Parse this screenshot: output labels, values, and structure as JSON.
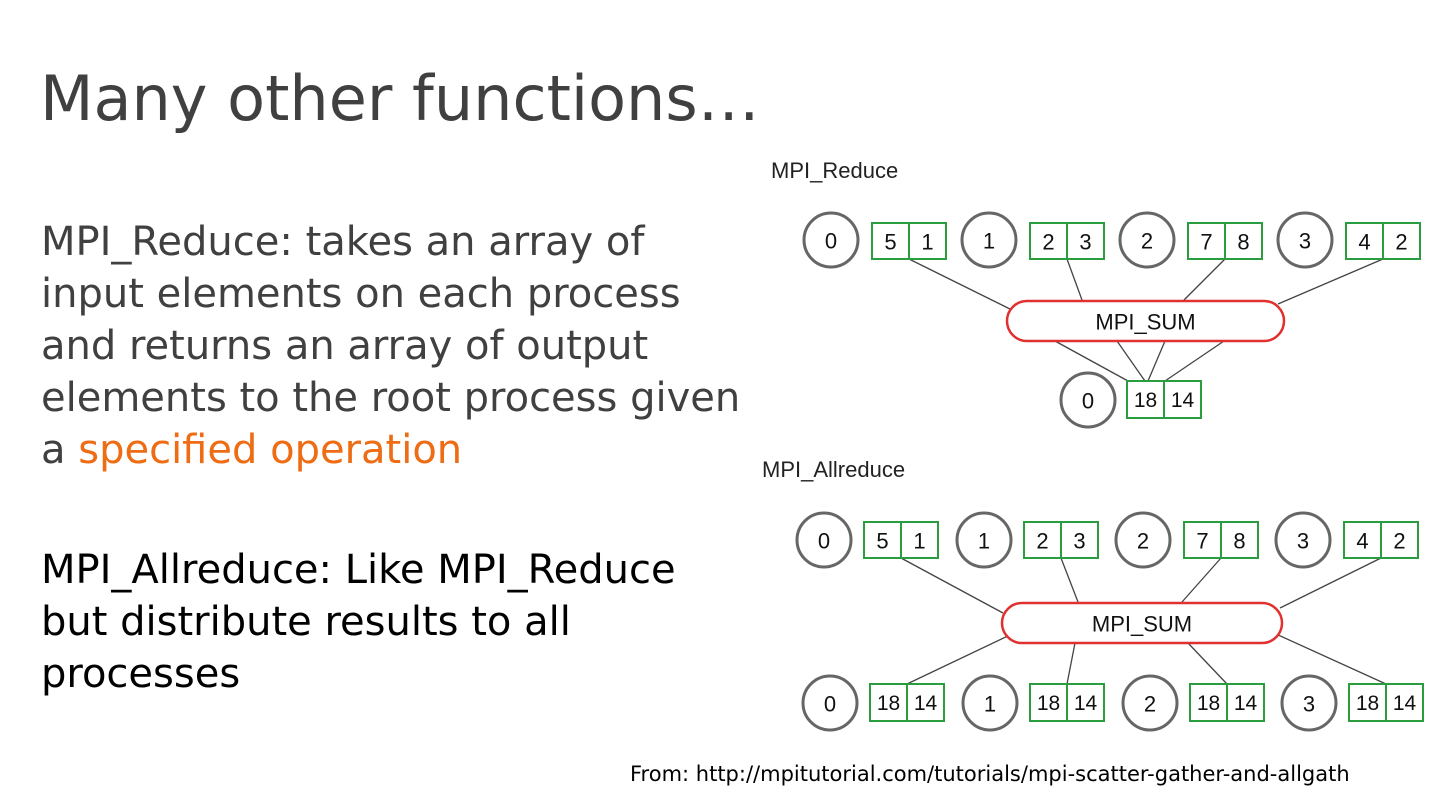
{
  "slide": {
    "title": "Many other functions…",
    "reduce_text_main": "MPI_Reduce: takes an array of input elements on each process and returns an array of output elements to the root process given a ",
    "reduce_text_highlight": "specified operation",
    "allreduce_text": "MPI_Allreduce: Like MPI_Reduce but distribute results to all processes",
    "source": "From: http://mpitutorial.com/tutorials/mpi-scatter-gather-and-allgath"
  },
  "colors": {
    "title": "#404040",
    "highlight": "#ee6c13",
    "box_border": "#2a9d3f",
    "op_border": "#e03030",
    "circle_border": "#666666"
  },
  "diagram": {
    "reduce": {
      "label": "MPI_Reduce",
      "op": "MPI_SUM",
      "inputs": [
        {
          "rank": "0",
          "values": [
            "5",
            "1"
          ]
        },
        {
          "rank": "1",
          "values": [
            "2",
            "3"
          ]
        },
        {
          "rank": "2",
          "values": [
            "7",
            "8"
          ]
        },
        {
          "rank": "3",
          "values": [
            "4",
            "2"
          ]
        }
      ],
      "output": {
        "rank": "0",
        "values": [
          "18",
          "14"
        ]
      }
    },
    "allreduce": {
      "label": "MPI_Allreduce",
      "op": "MPI_SUM",
      "inputs": [
        {
          "rank": "0",
          "values": [
            "5",
            "1"
          ]
        },
        {
          "rank": "1",
          "values": [
            "2",
            "3"
          ]
        },
        {
          "rank": "2",
          "values": [
            "7",
            "8"
          ]
        },
        {
          "rank": "3",
          "values": [
            "4",
            "2"
          ]
        }
      ],
      "outputs": [
        {
          "rank": "0",
          "values": [
            "18",
            "14"
          ]
        },
        {
          "rank": "1",
          "values": [
            "18",
            "14"
          ]
        },
        {
          "rank": "2",
          "values": [
            "18",
            "14"
          ]
        },
        {
          "rank": "3",
          "values": [
            "18",
            "14"
          ]
        }
      ]
    }
  }
}
